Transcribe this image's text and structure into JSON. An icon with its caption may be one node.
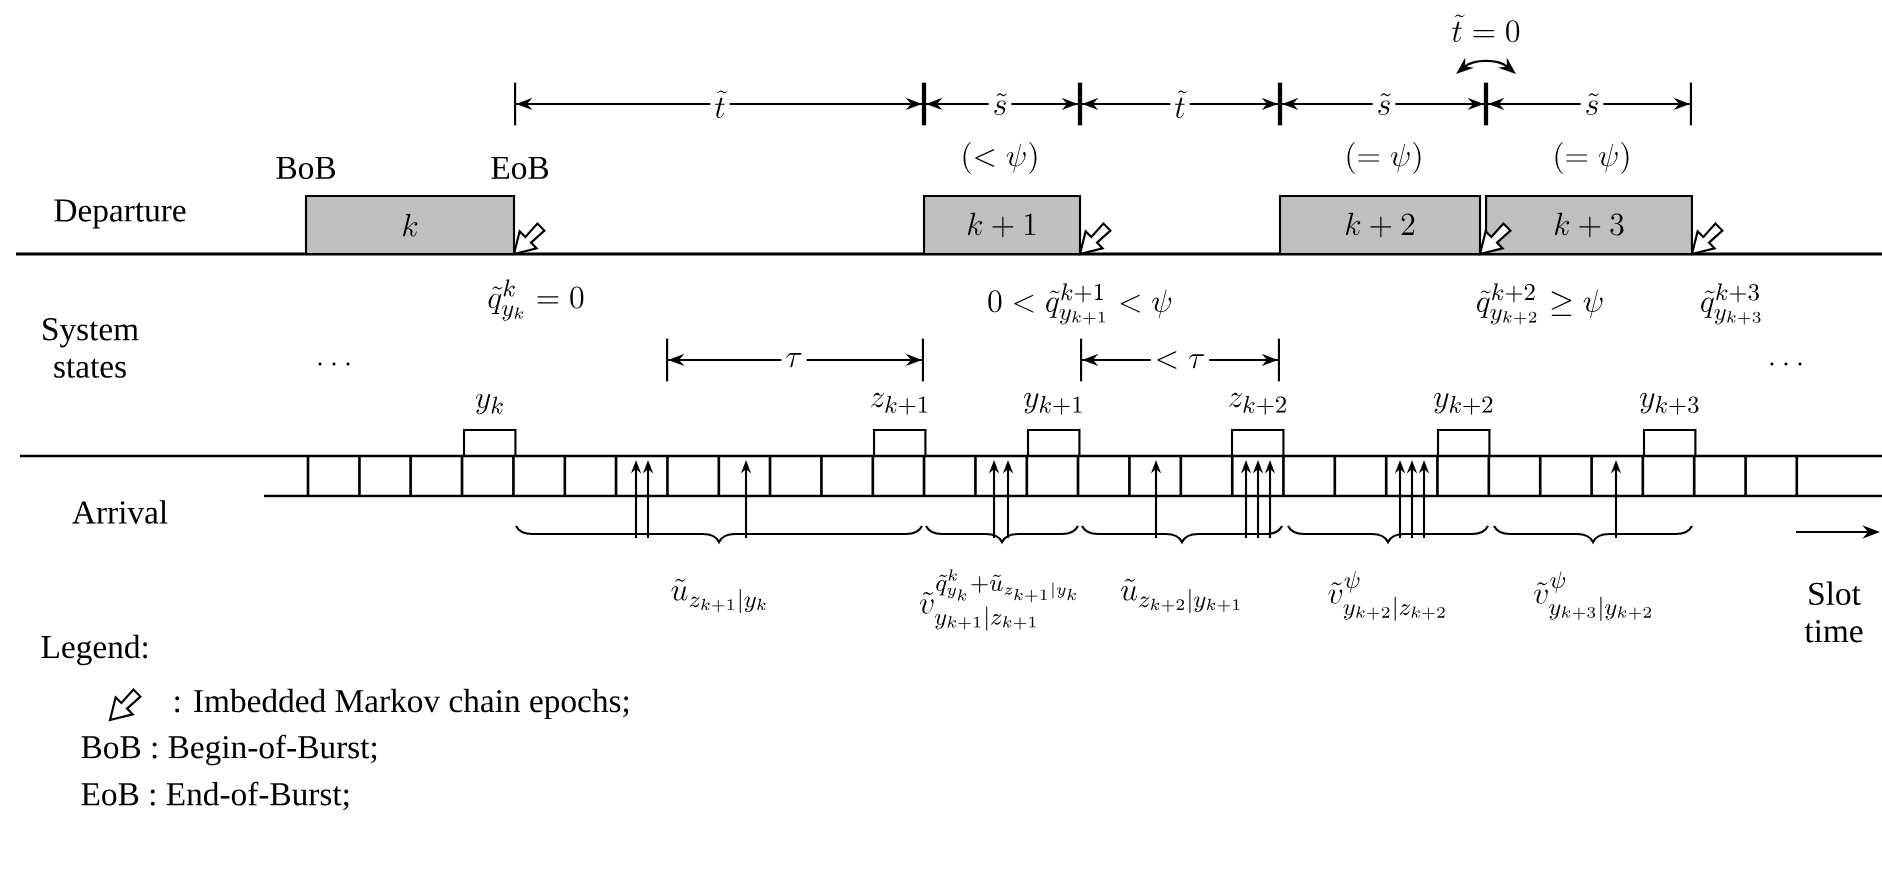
{
  "diagram": {
    "nodes": [
      {
        "text": [
          "k"
        ],
        "beside": [
          "BoB",
          "EoB"
        ]
      },
      {
        "text": [
          "k+1"
        ]
      },
      {
        "text": [
          "k+2"
        ]
      },
      {
        "text": [
          "k+3"
        ]
      }
    ],
    "labels": [
      "\\tilde{t}=0",
      "\\tilde{t}",
      "\\tilde{s}",
      "\\tilde{t}",
      "\\tilde{s}",
      "\\tilde{s}",
      "(<\\psi)",
      "(=\\psi)",
      "(=\\psi)",
      "Departure",
      "\\tilde{q}^{k}_{y_k}=0",
      "0<\\tilde{q}^{k+1}_{y_{k+1}}<\\psi",
      "\\tilde{q}^{k+2}_{y_{k+2}}\\geq\\psi",
      "\\tilde{q}^{k+3}_{y_{k+3}}",
      "System states",
      "\\tau",
      "<\\tau",
      "\\dots",
      "\\dots",
      "y_k",
      "z_{k+1}",
      "y_{k+1}",
      "z_{k+2}",
      "y_{k+2}",
      "y_{k+3}",
      "Arrival",
      "\\tilde{u}_{z_{k+1}|y_k}",
      "\\tilde{v}^{\\tilde{q}^{k}_{y_k}+\\tilde{u}_{z_{k+1}|y_k}}_{y_{k+1}|z_{k+1}}",
      "\\tilde{u}_{z_{k+2}|y_{k+1}}",
      "\\tilde{v}^{\\psi}_{y_{k+2}|z_{k+2}}",
      "\\tilde{v}^{\\psi}_{y_{k+3}|y_{k+2}}",
      "Slot time",
      "Legend:"
    ],
    "legend": [
      {
        "text": ": Imbedded Markov chain epochs;"
      },
      {
        "text": "BoB : Begin-of-Burst;"
      },
      {
        "text": "EoB : End-of-Burst;"
      }
    ]
  }
}
